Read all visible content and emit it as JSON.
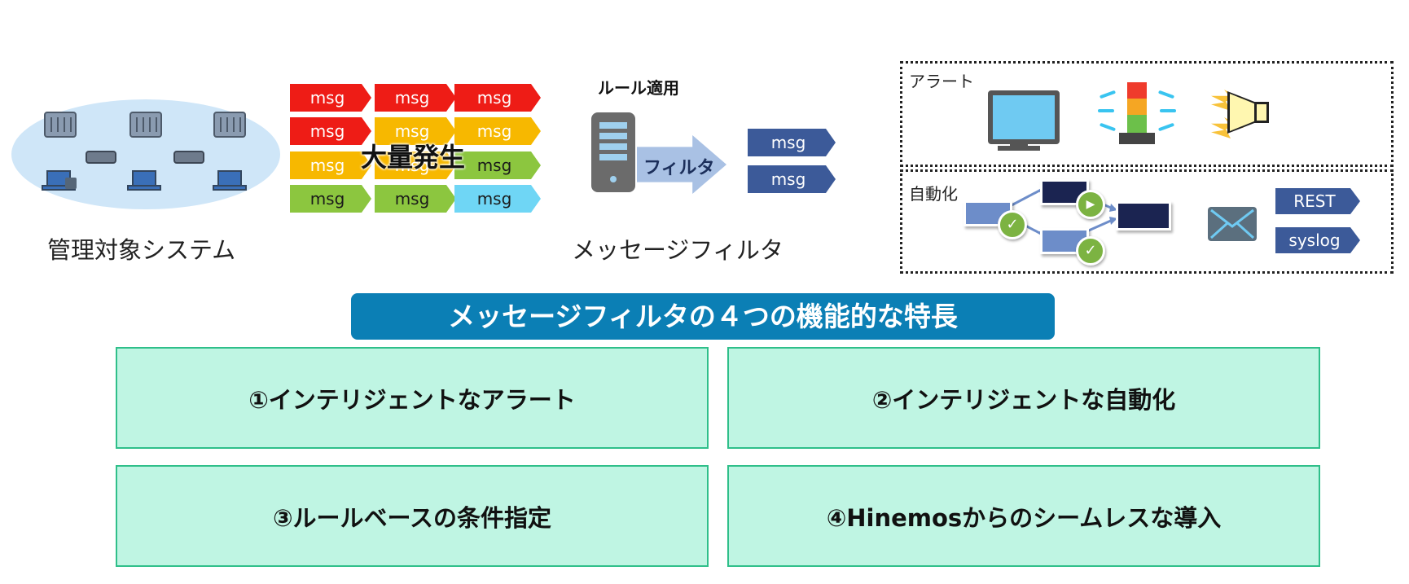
{
  "managed_systems": {
    "caption": "管理対象システム"
  },
  "messages": {
    "label": "msg",
    "overlay": "大量発生"
  },
  "filter": {
    "rule_label": "ルール適用",
    "arrow_label": "フィルタ",
    "caption": "メッセージフィルタ"
  },
  "alert_panel": {
    "label": "アラート"
  },
  "automation_panel": {
    "label": "自動化",
    "outputs": [
      "REST",
      "syslog"
    ]
  },
  "features_title": "メッセージフィルタの４つの機能的な特長",
  "features": [
    "①インテリジェントなアラート",
    "②インテリジェントな自動化",
    "③ルールベースの条件指定",
    "④Hinemosからのシームレスな導入"
  ],
  "colors": {
    "msg_red": "#ee1c16",
    "msg_amber": "#f7b800",
    "msg_green": "#8cc63f",
    "msg_cyan": "#6fd6f5",
    "msg_navy": "#3c5a99",
    "title_bar": "#0b7fb5",
    "feature_fill": "#bff5e3",
    "feature_border": "#2fbf8a"
  }
}
